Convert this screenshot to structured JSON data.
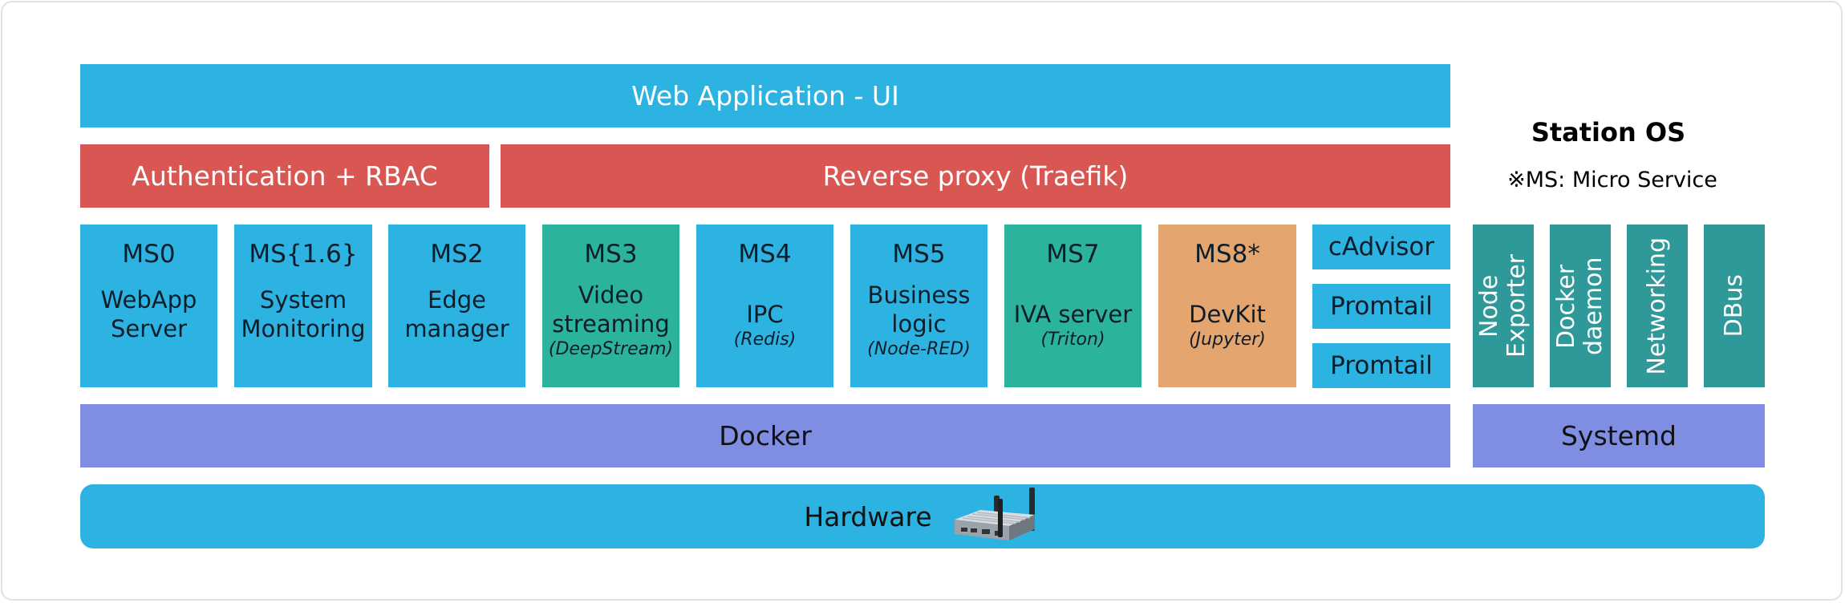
{
  "diagram": {
    "web_app": "Web Application - UI",
    "auth": "Authentication + RBAC",
    "proxy": "Reverse proxy (Traefik)",
    "services": [
      {
        "id": "MS0",
        "desc": "WebApp Server",
        "sub": ""
      },
      {
        "id": "MS{1.6}",
        "desc": "System Monitoring",
        "sub": ""
      },
      {
        "id": "MS2",
        "desc": "Edge manager",
        "sub": ""
      },
      {
        "id": "MS3",
        "desc": "Video streaming",
        "sub": "(DeepStream)"
      },
      {
        "id": "MS4",
        "desc": "IPC",
        "sub": "(Redis)"
      },
      {
        "id": "MS5",
        "desc": "Business logic",
        "sub": "(Node-RED)"
      },
      {
        "id": "MS7",
        "desc": "IVA server",
        "sub": "(Triton)"
      },
      {
        "id": "MS8*",
        "desc": "DevKit",
        "sub": "(Jupyter)"
      }
    ],
    "side_tools": [
      "cAdvisor",
      "Promtail",
      "Promtail"
    ],
    "docker": "Docker",
    "hardware": "Hardware",
    "station_os": {
      "title": "Station OS",
      "note": "※MS: Micro Service",
      "components": [
        "Node Exporter",
        "Docker daemon",
        "Networking",
        "DBus"
      ],
      "systemd": "Systemd"
    }
  },
  "colors": {
    "blue": "#2db3e2",
    "red": "#d95753",
    "teal": "#2cb39c",
    "orange": "#e4a56e",
    "purple": "#7f8de3",
    "dark_teal": "#2f9899"
  },
  "icons": {
    "hardware": "edge-device-icon"
  }
}
